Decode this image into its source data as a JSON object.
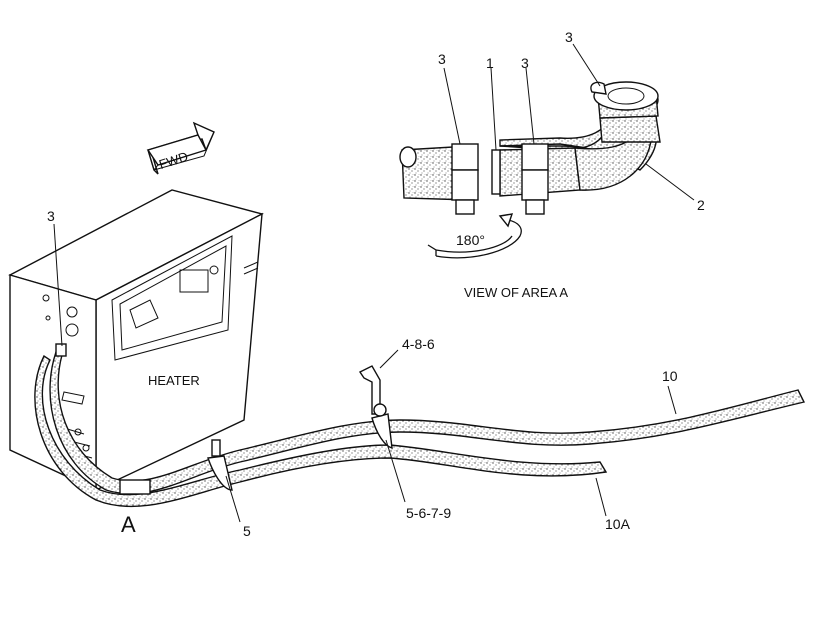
{
  "callouts": {
    "c3_left": "3",
    "c3_detail_left": "3",
    "c1_detail": "1",
    "c3_detail_right": "3",
    "c3_detail_top": "3",
    "c2_detail": "2",
    "c4_8_6": "4-8-6",
    "c10": "10",
    "c5": "5",
    "c5_6_7_9": "5-6-7-9",
    "c10A": "10A"
  },
  "labels": {
    "fwd": "FWD",
    "heater": "HEATER",
    "rotation": "180°",
    "view_caption": "VIEW OF AREA  A",
    "area_marker": "A"
  }
}
